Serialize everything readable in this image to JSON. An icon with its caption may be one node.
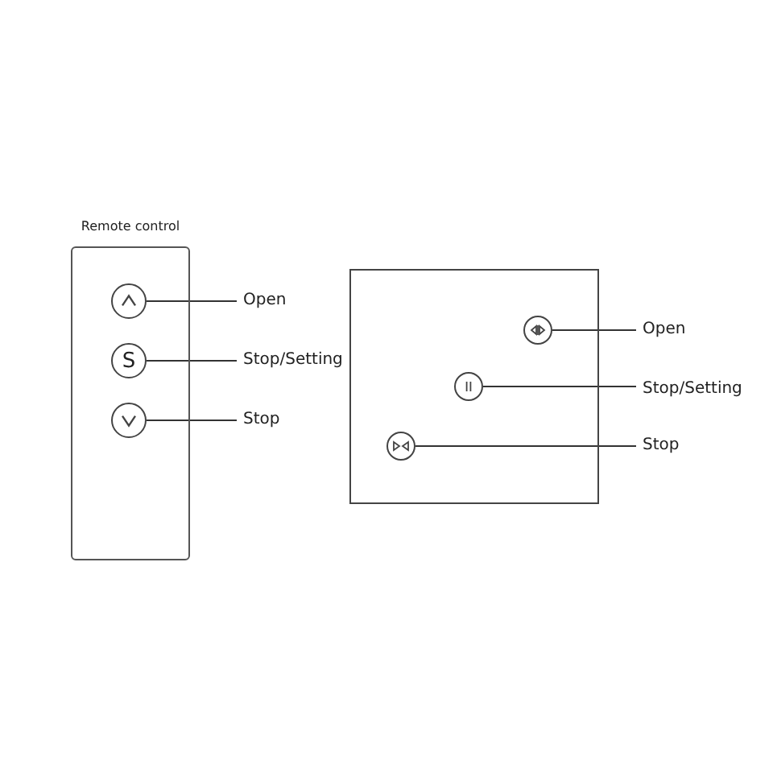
{
  "diagram": {
    "nodes": [
      {
        "text": [
          "Remote control"
        ]
      },
      {
        "text": [],
        "shape": "circle",
        "in": 0
      },
      {
        "text": [
          "Open"
        ]
      },
      {
        "text": [
          "S"
        ],
        "in": 0
      },
      {
        "text": [
          "Stop/Setting"
        ]
      },
      {
        "text": [],
        "shape": "circle",
        "in": 0
      },
      {
        "text": [
          "Stop"
        ]
      },
      {
        "text": [],
        "shape": "box"
      },
      {
        "text": [],
        "shape": "circle",
        "in": 7
      },
      {
        "text": [
          "Open"
        ]
      },
      {
        "text": [],
        "shape": "circle",
        "in": 7
      },
      {
        "text": [
          "Stop/Setting"
        ]
      },
      {
        "text": [],
        "shape": "circle",
        "in": 7
      },
      {
        "text": [
          "Stop"
        ]
      }
    ],
    "edges": [
      {
        "from": 1,
        "to": 2,
        "arrow": "none"
      },
      {
        "from": 3,
        "to": 4,
        "arrow": "none"
      },
      {
        "from": 5,
        "to": 6,
        "arrow": "none"
      },
      {
        "from": 8,
        "to": 9,
        "arrow": "none"
      },
      {
        "from": 10,
        "to": 11,
        "arrow": "none"
      },
      {
        "from": 12,
        "to": 13,
        "arrow": "none"
      }
    ]
  }
}
